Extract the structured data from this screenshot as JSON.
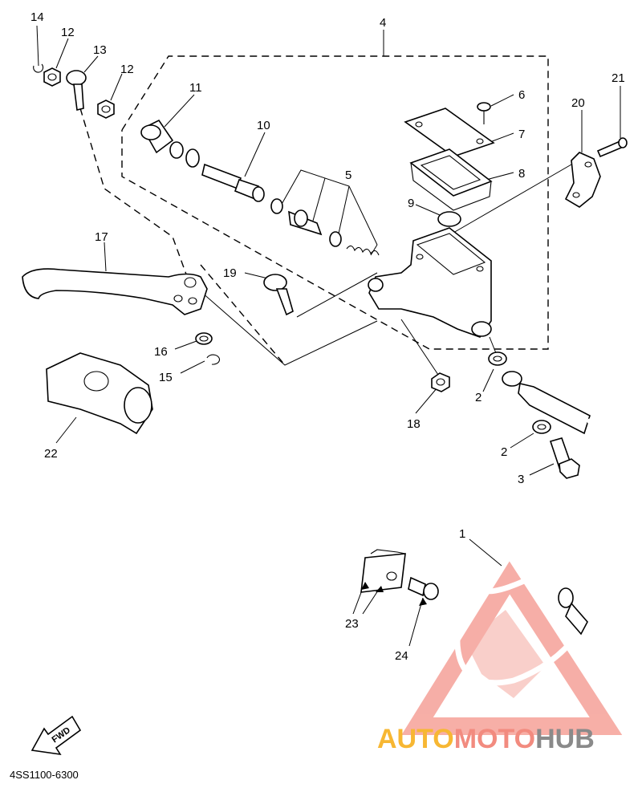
{
  "diagram": {
    "code": "4SS1100-6300",
    "fwd_label": "FWD",
    "callouts": [
      "1",
      "2",
      "2",
      "3",
      "4",
      "5",
      "6",
      "7",
      "8",
      "9",
      "10",
      "11",
      "12",
      "12",
      "13",
      "14",
      "15",
      "16",
      "17",
      "18",
      "19",
      "20",
      "21",
      "22",
      "23",
      "24"
    ]
  },
  "watermark": {
    "part1": "AUTO",
    "part2": "MOTO",
    "part3": "HUB",
    "colors": {
      "auto": "#f7b733",
      "moto": "#f28b7f",
      "hub": "#8a8a8a",
      "logo": "#f4948a"
    }
  }
}
